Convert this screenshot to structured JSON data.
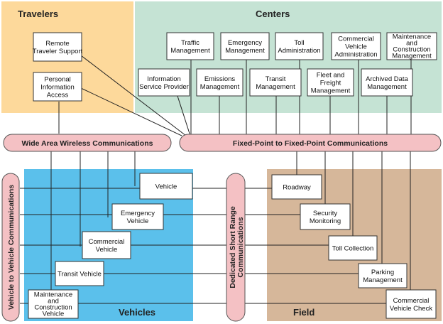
{
  "regions": {
    "travelers": {
      "title": "Travelers",
      "color": "#fdd99b"
    },
    "centers": {
      "title": "Centers",
      "color": "#c5e3d4"
    },
    "vehicles": {
      "title": "Vehicles",
      "color": "#5bc0eb"
    },
    "field": {
      "title": "Field",
      "color": "#d6b79a"
    }
  },
  "buses": {
    "wide_area": "Wide Area Wireless Communications",
    "fixed_point": "Fixed-Point to Fixed-Point Communications",
    "v2v": "Vehicle to Vehicle Communications",
    "dsrc": [
      "Dedicated Short Range",
      "Communications"
    ]
  },
  "travelers": [
    {
      "id": "remote",
      "lines": [
        "Remote",
        "Traveler Support"
      ]
    },
    {
      "id": "pia",
      "lines": [
        "Personal",
        "Information",
        "Access"
      ]
    }
  ],
  "centers": [
    {
      "id": "traffic",
      "lines": [
        "Traffic",
        "Management"
      ]
    },
    {
      "id": "emergency",
      "lines": [
        "Emergency",
        "Management"
      ]
    },
    {
      "id": "toll",
      "lines": [
        "Toll",
        "Administration"
      ]
    },
    {
      "id": "cva",
      "lines": [
        "Commercial",
        "Vehicle",
        "Administration"
      ]
    },
    {
      "id": "mcm",
      "lines": [
        "Maintenance",
        "and",
        "Construction",
        "Management"
      ]
    },
    {
      "id": "isp",
      "lines": [
        "Information",
        "Service Provider"
      ]
    },
    {
      "id": "emissions",
      "lines": [
        "Emissions",
        "Management"
      ]
    },
    {
      "id": "transit",
      "lines": [
        "Transit",
        "Management"
      ]
    },
    {
      "id": "fleet",
      "lines": [
        "Fleet and",
        "Freight",
        "Management"
      ]
    },
    {
      "id": "archived",
      "lines": [
        "Archived Data",
        "Management"
      ]
    }
  ],
  "vehicles": [
    {
      "id": "vehicle",
      "lines": [
        "Vehicle"
      ]
    },
    {
      "id": "emergency_vehicle",
      "lines": [
        "Emergency",
        "Vehicle"
      ]
    },
    {
      "id": "commercial_vehicle",
      "lines": [
        "Commercial",
        "Vehicle"
      ]
    },
    {
      "id": "transit_vehicle",
      "lines": [
        "Transit Vehicle"
      ]
    },
    {
      "id": "mc_vehicle",
      "lines": [
        "Maintenance",
        "and",
        "Construction",
        "Vehicle"
      ]
    }
  ],
  "field": [
    {
      "id": "roadway",
      "lines": [
        "Roadway"
      ]
    },
    {
      "id": "security",
      "lines": [
        "Security",
        "Monitoring"
      ]
    },
    {
      "id": "toll_collection",
      "lines": [
        "Toll Collection"
      ]
    },
    {
      "id": "parking",
      "lines": [
        "Parking",
        "Management"
      ]
    },
    {
      "id": "cvc",
      "lines": [
        "Commercial",
        "Vehicle Check"
      ]
    }
  ]
}
